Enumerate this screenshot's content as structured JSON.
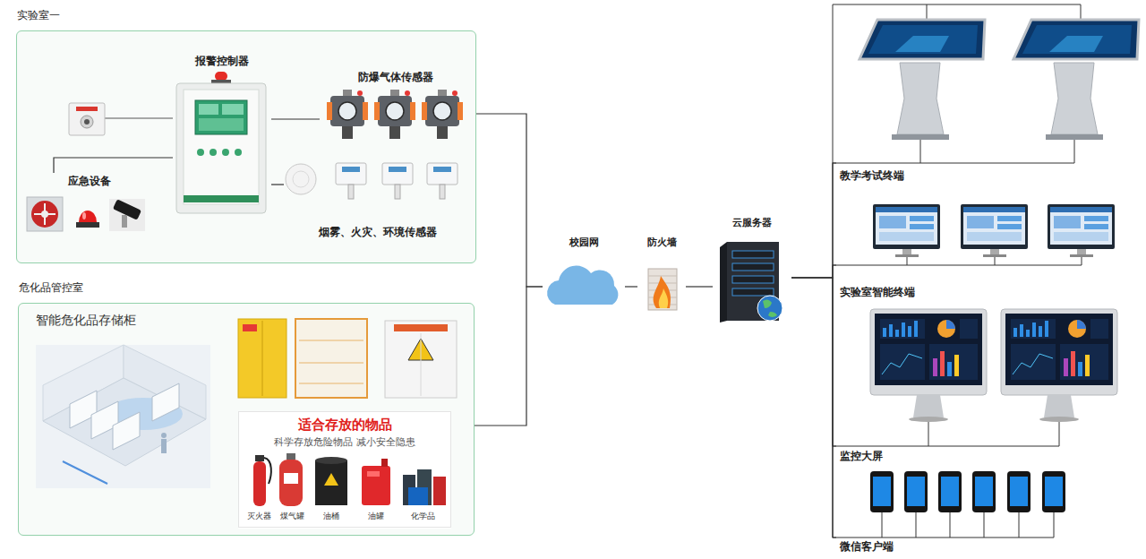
{
  "diagram": {
    "nodes": [
      {
        "text": [
          "实验室一"
        ]
      },
      {
        "text": [
          "报警控制器"
        ],
        "in": 0
      },
      {
        "text": [
          "防爆气体传感器"
        ],
        "in": 0
      },
      {
        "text": [
          "烟雾、火灾、环境传感器"
        ],
        "in": 0
      },
      {
        "text": [
          "应急设备"
        ],
        "in": 0
      },
      {
        "text": [
          "危化品管控室"
        ]
      },
      {
        "text": [
          "适合存放的物品",
          "科学存放危险物品 减小安全隐患"
        ],
        "in": 5
      },
      {
        "text": [
          "校园网"
        ]
      },
      {
        "text": [
          "防火墙"
        ]
      },
      {
        "text": [
          "云服务器"
        ]
      },
      {
        "text": [
          "教学考试终端"
        ]
      },
      {
        "text": [
          "实验室智能终端"
        ]
      },
      {
        "text": [
          "监控大屏"
        ]
      },
      {
        "text": [
          "微信客户端"
        ]
      }
    ],
    "edges": [
      {
        "from": 1,
        "to": 2,
        "arrow": "none"
      },
      {
        "from": 1,
        "to": 3,
        "arrow": "none"
      },
      {
        "from": 1,
        "to": 4,
        "arrow": "none"
      },
      {
        "from": 0,
        "to": 7,
        "arrow": "none"
      },
      {
        "from": 5,
        "to": 7,
        "arrow": "none"
      },
      {
        "from": 7,
        "to": 8,
        "arrow": "none"
      },
      {
        "from": 8,
        "to": 9,
        "arrow": "none"
      },
      {
        "from": 9,
        "to": 10,
        "arrow": "none"
      },
      {
        "from": 9,
        "to": 11,
        "arrow": "none"
      },
      {
        "from": 9,
        "to": 12,
        "arrow": "none"
      },
      {
        "from": 9,
        "to": 13,
        "arrow": "none"
      }
    ],
    "labels": [
      "智能危化品存储柜",
      "灭火器",
      "煤气罐",
      "油桶",
      "油罐",
      "化学品"
    ]
  }
}
